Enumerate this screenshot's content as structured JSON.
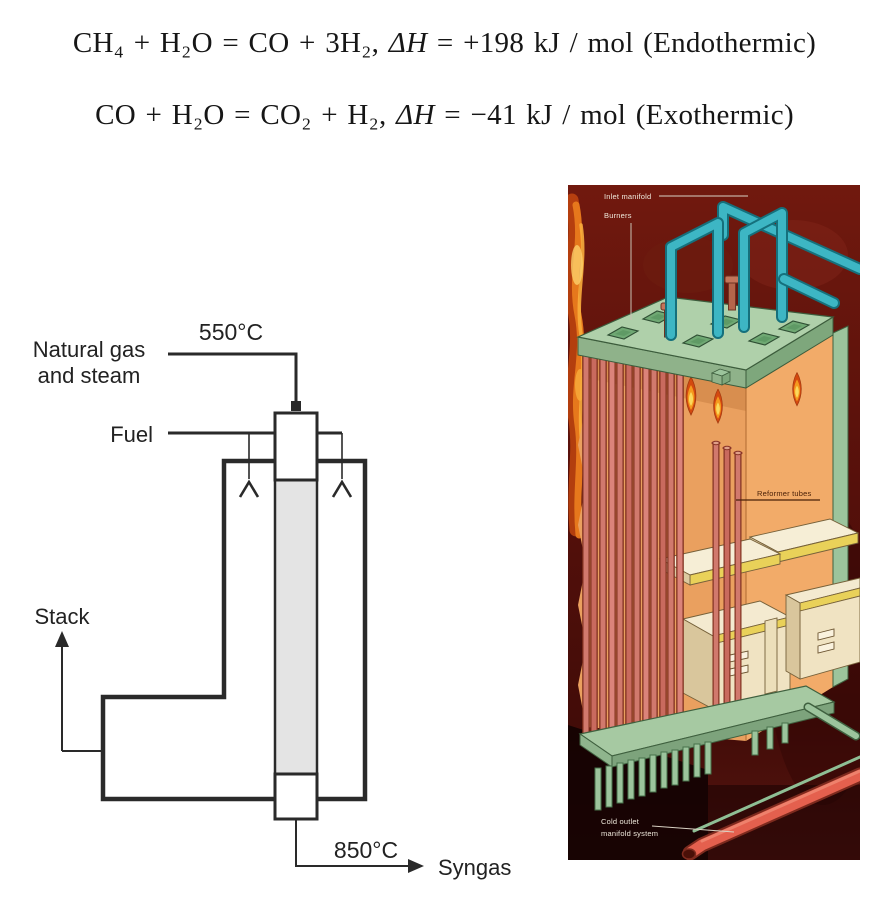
{
  "equations": [
    {
      "lhs": "CH₄ + H₂O = CO + 3H₂, ",
      "dh": "ΔH",
      "rhs": " = +198 kJ / mol (Endothermic)"
    },
    {
      "lhs": "CO + H₂O = CO₂ + H₂, ",
      "dh": "ΔH",
      "rhs": " = −41 kJ / mol (Exothermic)"
    }
  ],
  "schematic": {
    "labels": {
      "feed_line1": "Natural gas",
      "feed_line2": "and steam",
      "inlet_temp": "550°C",
      "fuel": "Fuel",
      "stack": "Stack",
      "outlet_temp": "850°C",
      "syngas": "Syngas"
    },
    "colors": {
      "line": "#2a2a2a",
      "tube_fill": "#e4e4e4"
    }
  },
  "cutaway": {
    "labels": {
      "inlet_manifold": "Inlet manifold",
      "burners": "Burners",
      "reformer_tubes": "Reformer tubes",
      "cold_outlet_line1": "Cold outlet",
      "cold_outlet_line2": "manifold system"
    },
    "colors": {
      "background": "#56100b",
      "flame_streak": "#e97b1d",
      "deck_green": "#afd0aa",
      "port_green": "#6fa873",
      "interior_orange": "#eaa05f",
      "tube_salmon": "#d1796d",
      "pipe_teal": "#3db6c4",
      "box_cream": "#f4ead0",
      "outlet_red": "#e4604e"
    }
  }
}
